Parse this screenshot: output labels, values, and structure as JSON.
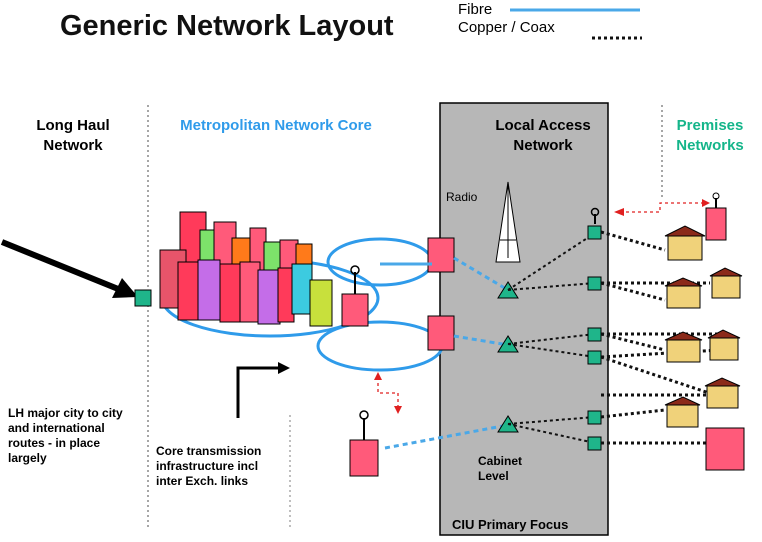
{
  "title": "Generic Network Layout",
  "legend": {
    "fibre": "Fibre",
    "copper": "Copper / Coax"
  },
  "sections": {
    "long_haul": "Long Haul Network",
    "metro": "Metropolitan Network Core",
    "local_access": "Local Access Network",
    "premises": "Premises Networks"
  },
  "labels": {
    "radio": "Radio",
    "cabinet": "Cabinet Level",
    "ciu_focus": "CIU Primary Focus",
    "lh_note": "LH major city to city and international routes  - in place largely",
    "core_note": "Core transmission infrastructure incl inter Exch. links"
  },
  "colors": {
    "fibre": "#4aa8e8",
    "ring": "#2f9bea",
    "copper": "#111111",
    "access_band": "#b7b7b7",
    "node": "#1fb58a",
    "building": "#ff5a7a",
    "metro_text": "#2f9bea",
    "premises_text": "#14b58a"
  }
}
